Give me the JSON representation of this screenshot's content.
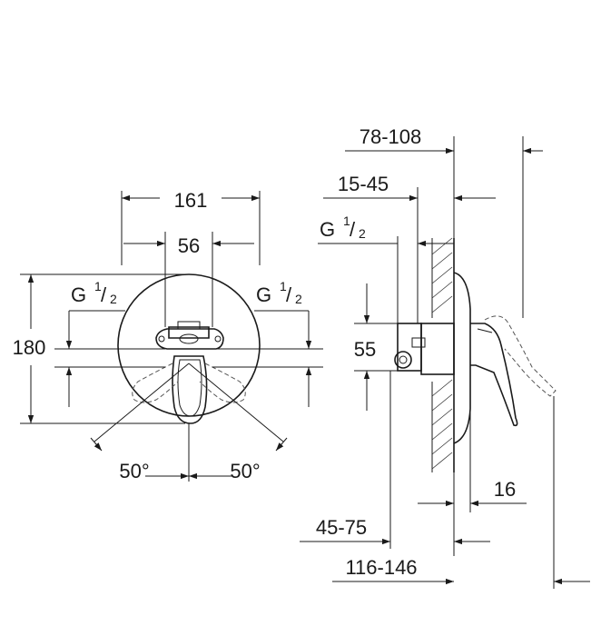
{
  "front_view": {
    "width_outer": "161",
    "width_inner": "56",
    "height": "180",
    "thread_left": {
      "letter": "G",
      "num": "1",
      "den": "2"
    },
    "thread_right": {
      "letter": "G",
      "num": "1",
      "den": "2"
    },
    "angle_left": "50°",
    "angle_right": "50°"
  },
  "side_view": {
    "depth_total": "78-108",
    "depth_wall": "15-45",
    "thread": {
      "letter": "G",
      "num": "1",
      "den": "2"
    },
    "connection_height": "55",
    "plate_thickness": "16",
    "install_depth": "45-75",
    "overall_depth": "116-146"
  },
  "colors": {
    "line": "#1a1a1a",
    "background": "#ffffff"
  }
}
